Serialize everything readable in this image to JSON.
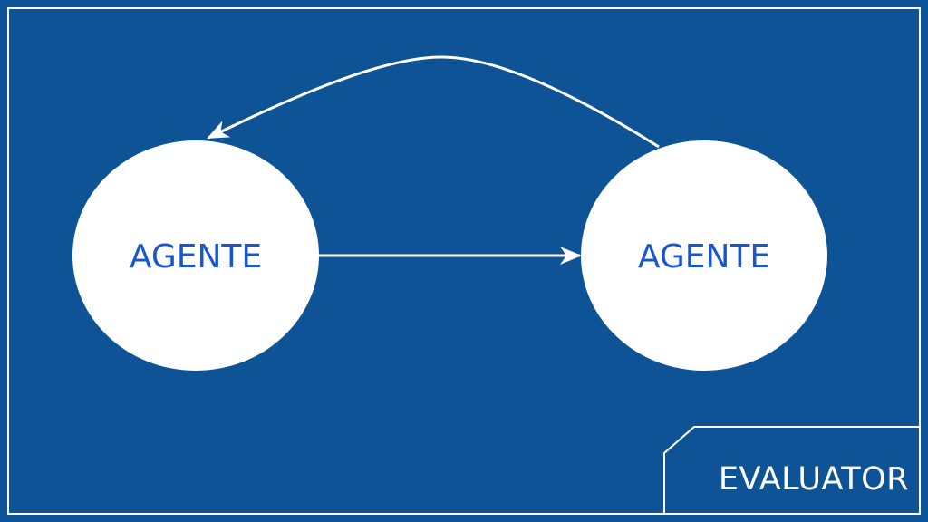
{
  "nodes": [
    {
      "id": "agent-left",
      "label": "AGENTE"
    },
    {
      "id": "agent-right",
      "label": "AGENTE"
    }
  ],
  "edges": [
    {
      "from": "agent-left",
      "to": "agent-right",
      "style": "straight"
    },
    {
      "from": "agent-right",
      "to": "agent-left",
      "style": "curved"
    }
  ],
  "corner_tag": {
    "label": "EVALUATOR"
  },
  "colors": {
    "background": "#0D5395",
    "node_fill": "#FFFFFF",
    "node_text": "#1A56C9",
    "lines": "#FFFFFF"
  }
}
